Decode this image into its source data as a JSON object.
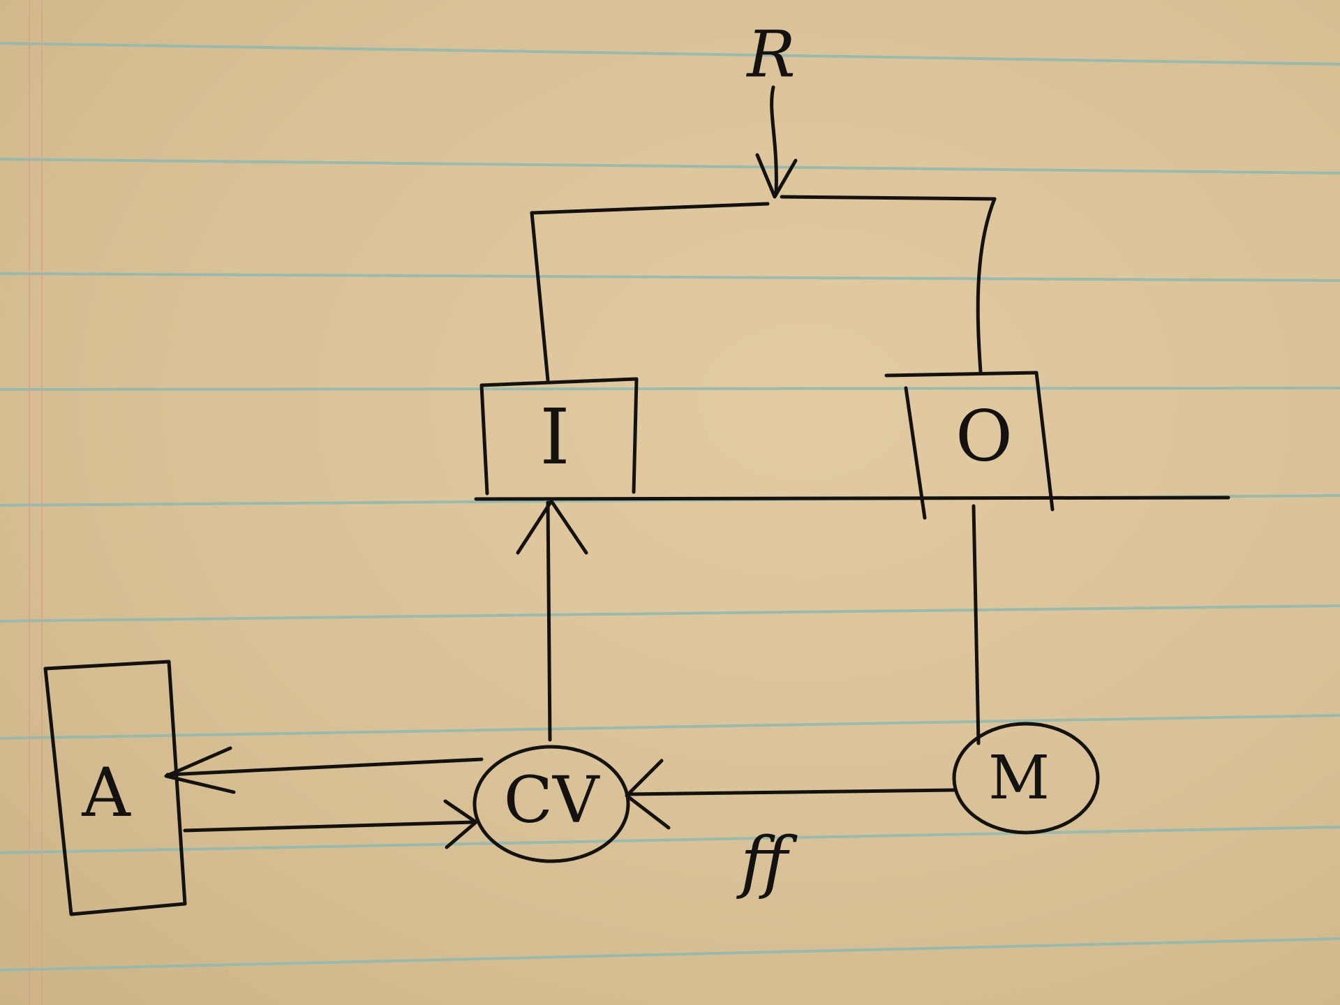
{
  "diagram": {
    "nodes": {
      "A": {
        "label": "A",
        "shape": "rectangle"
      },
      "I": {
        "label": "I",
        "shape": "box"
      },
      "O": {
        "label": "O",
        "shape": "box"
      },
      "CV": {
        "label": "CV",
        "shape": "ellipse"
      },
      "M": {
        "label": "M",
        "shape": "ellipse"
      }
    },
    "annotations": {
      "R": "R",
      "ff": "ff"
    },
    "edges": [
      {
        "from": "R",
        "to": "top-bar",
        "arrow": true
      },
      {
        "from": "top-bar",
        "to": "I",
        "arrow": false
      },
      {
        "from": "top-bar",
        "to": "O",
        "arrow": false
      },
      {
        "from": "CV",
        "to": "I",
        "arrow": true
      },
      {
        "from": "O",
        "to": "M",
        "arrow": false
      },
      {
        "from": "M",
        "to": "CV",
        "arrow": true
      },
      {
        "from": "CV",
        "to": "A",
        "arrow": true
      },
      {
        "from": "A",
        "to": "CV",
        "arrow": true
      }
    ],
    "colors": {
      "ink": "#141210",
      "paper": "#d9c197",
      "rule_lines": "#8fb9b2",
      "margin_line": "#d9a08a"
    }
  }
}
